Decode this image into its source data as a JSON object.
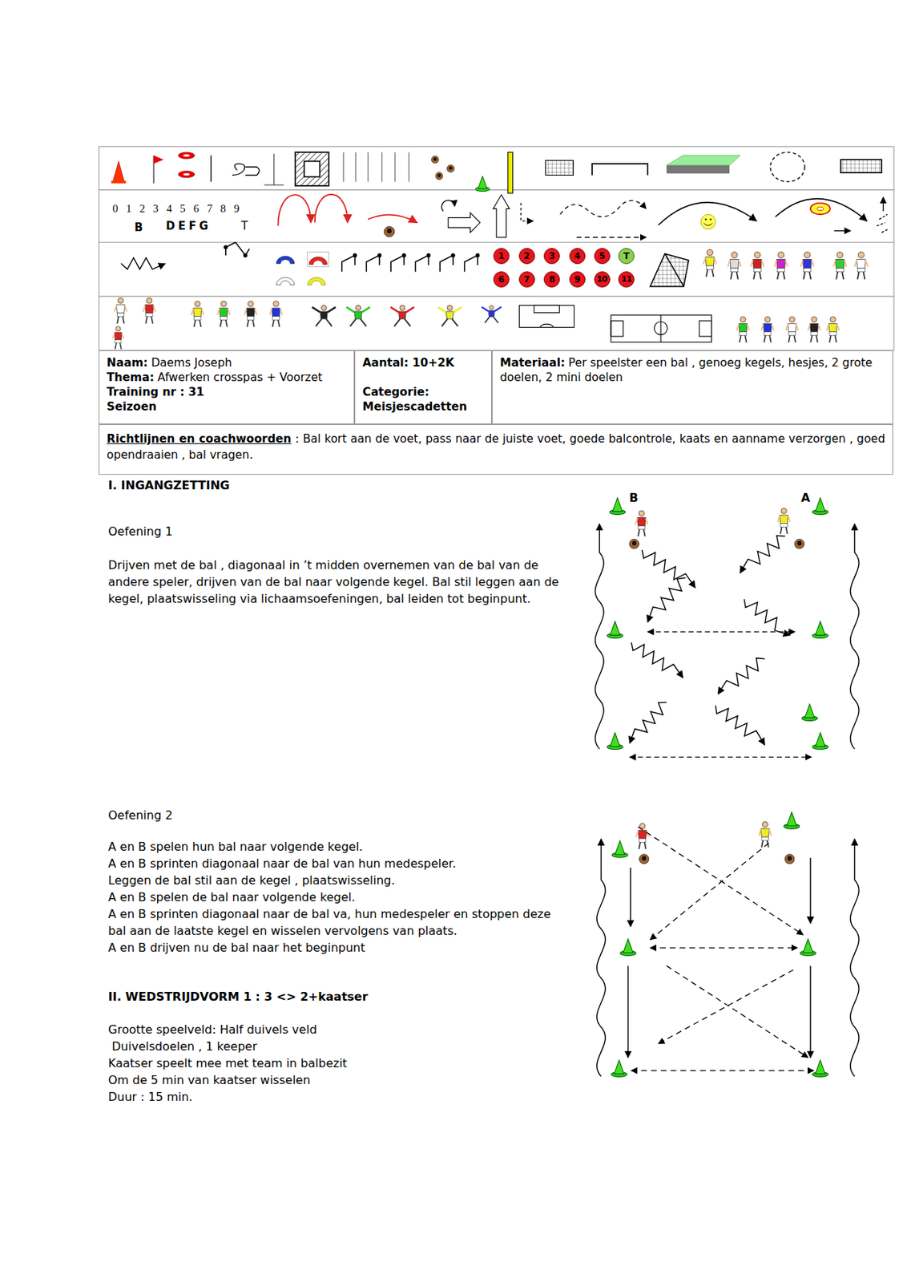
{
  "diagram": {
    "nodes": [
      {
        "text": [
          "Naam:",
          "Daems Joseph",
          "Thema:",
          "Afwerken crosspas + Voorzet",
          "Training nr : 31",
          "Seizoen"
        ]
      },
      {
        "text": [
          "Aantal: 10+2K",
          "Categorie:",
          "Meisjescadetten"
        ]
      },
      {
        "text": [
          "Materiaal:",
          "Per speelster een bal , genoeg kegels, hesjes, 2 grote doelen, 2 mini doelen"
        ]
      },
      {
        "text": [
          "Richtlijnen en coachwoorden",
          ": Bal kort aan de voet, pass naar de juiste voet, goede balcontrole, kaats en aanname verzorgen , goed opendraaien , bal vragen."
        ]
      },
      {
        "text": [
          "1"
        ]
      },
      {
        "text": [
          "2"
        ]
      },
      {
        "text": [
          "3"
        ]
      },
      {
        "text": [
          "4"
        ]
      },
      {
        "text": [
          "5"
        ]
      },
      {
        "text": [
          "T"
        ]
      },
      {
        "text": [
          "6"
        ]
      },
      {
        "text": [
          "7"
        ]
      },
      {
        "text": [
          "8"
        ]
      },
      {
        "text": [
          "9"
        ]
      },
      {
        "text": [
          "10"
        ]
      },
      {
        "text": [
          "11"
        ]
      }
    ],
    "labels": [
      "0 1 2 3 4 5 6 7 8 9",
      "B",
      "D E F G",
      "T",
      "I. INGANGZETTING",
      "Oefening 1",
      "Drijven met de bal , diagonaal in ’t midden overnemen van de bal van de andere speler, drijven van de bal naar volgende kegel. Bal stil leggen aan de kegel, plaatswisseling via lichaamsoefeningen, bal leiden tot beginpunt.",
      "B",
      "A",
      "Oefening 2",
      "A en B spelen hun bal naar volgende kegel.",
      "A en B sprinten diagonaal naar de bal van hun medespeler.",
      "Leggen de bal stil aan de kegel , plaatswisseling.",
      "A en B spelen de bal naar volgende kegel.",
      "A en B sprinten diagonaal naar de bal va, hun medespeler en stoppen deze bal aan de laatste kegel  en wisselen vervolgens van plaats.",
      "A en B drijven nu de bal naar het beginpunt",
      "II. WEDSTRIJDVORM 1 : 3 <> 2+kaatser",
      "Grootte speelveld: Half duivels veld",
      "Duivelsdoelen , 1 keeper",
      "Kaatser speelt mee met team in balbezit",
      "Om de 5 min van kaatser wisselen",
      "Duur : 15 min."
    ]
  }
}
